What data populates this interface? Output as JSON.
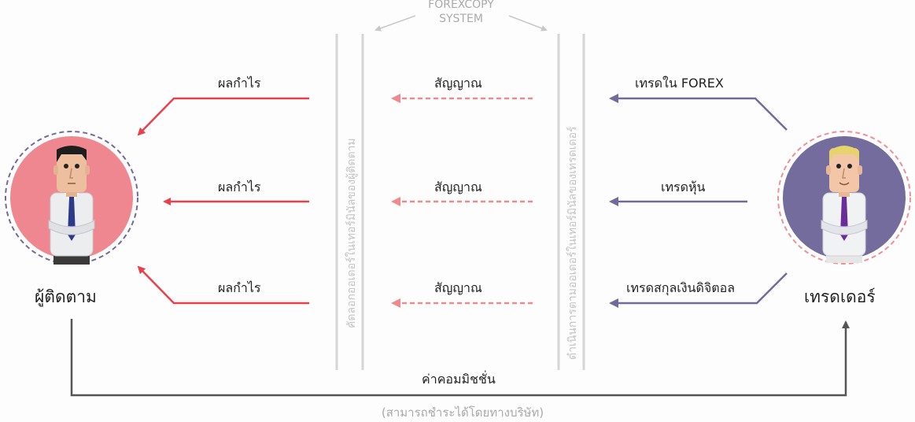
{
  "colors": {
    "follower": "#e8414e",
    "signal": "#f0888e",
    "trader": "#736a9c",
    "base_line": "#555555",
    "follower_circle": "#ef8790",
    "trader_circle": "#746c9c",
    "divider": "#d5d5d5"
  },
  "system": {
    "line1": "FOREXCOPY",
    "line2": "SYSTEM"
  },
  "follower": {
    "label": "ผู้ติดตาม",
    "figure": "follower-person-icon"
  },
  "trader": {
    "label": "เทรดเดอร์",
    "figure": "trader-person-icon"
  },
  "left_vertical_text": "คัดลอกออเดอร์ในเทอร์มินัลของผู้ติดตาม",
  "right_vertical_text": "ดำเนินการตามออเดอร์ในเทอร์มินัลของเทรดเดอร์",
  "profits": [
    "ผลกำไร",
    "ผลกำไร",
    "ผลกำไร"
  ],
  "signals": [
    "สัญญาณ",
    "สัญญาณ",
    "สัญญาณ"
  ],
  "trades": [
    "เทรดใน FOREX",
    "เทรดหุ้น",
    "เทรดสกุลเงินดิจิตอล"
  ],
  "commission": {
    "label": "ค่าคอมมิชชั่น",
    "note": "(สามารถชำระได้โดยทางบริษัท)"
  }
}
